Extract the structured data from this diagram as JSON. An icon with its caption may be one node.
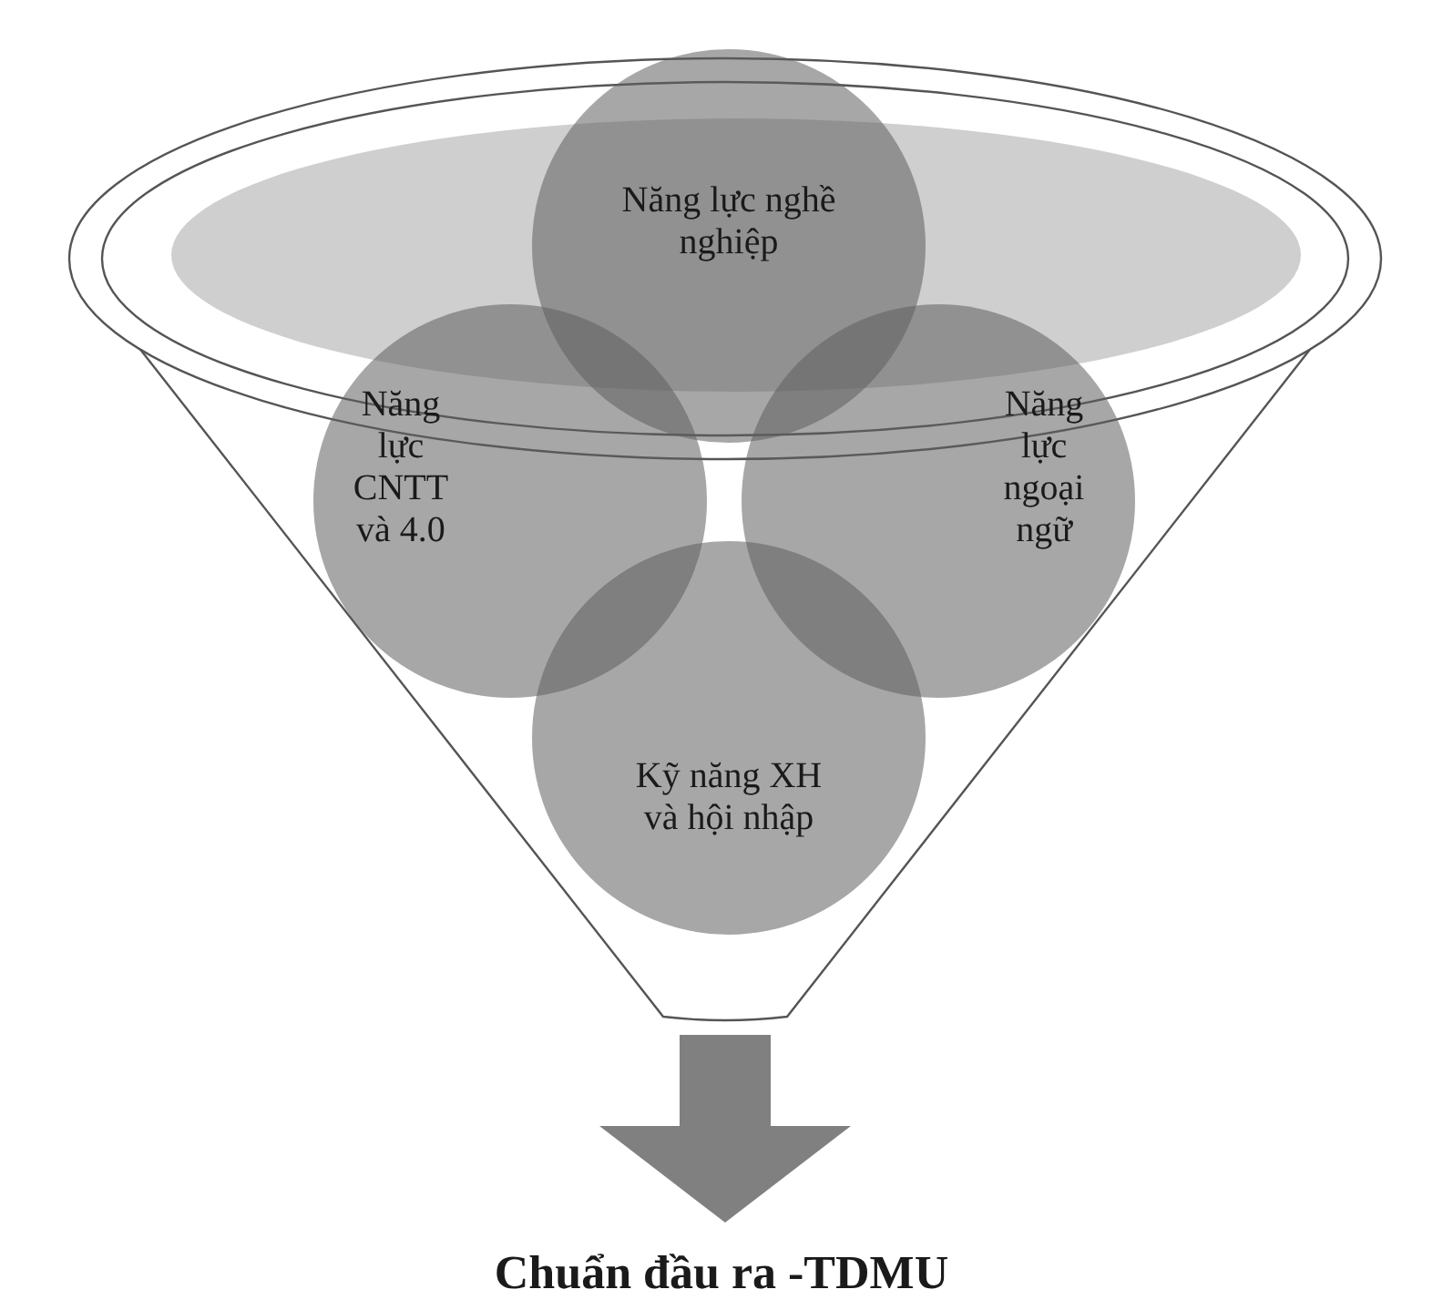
{
  "diagram": {
    "nodes": [
      {
        "text": [],
        "shape": "funnel"
      },
      {
        "text": [
          "Năng lực nghề nghiệp"
        ],
        "in": 0
      },
      {
        "text": [
          "Năng lực CNTT và 4.0"
        ],
        "in": 0
      },
      {
        "text": [
          "Năng lực ngoại ngữ"
        ],
        "in": 0
      },
      {
        "text": [
          "Kỹ năng XH và hội nhập"
        ],
        "in": 0
      },
      {
        "text": [
          "Chuẩn đầu ra -TDMU"
        ]
      }
    ],
    "edges": [
      {
        "from": 0,
        "to": 5,
        "arrow": "to"
      }
    ]
  }
}
